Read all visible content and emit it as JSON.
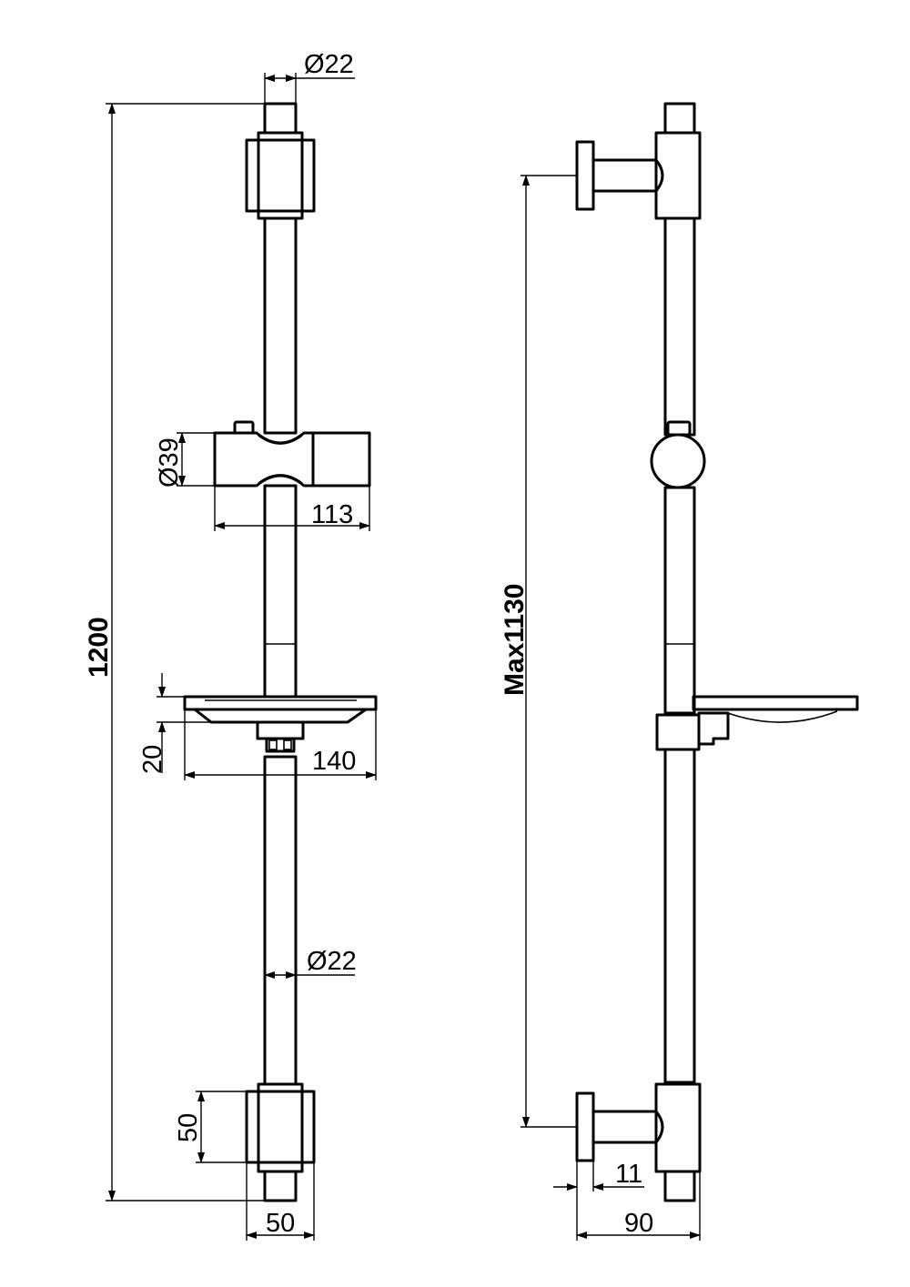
{
  "dimensions": {
    "rail_diameter_top": "Ø22",
    "holder_diameter": "Ø39",
    "holder_length": "113",
    "soap_dish_depth": "20",
    "soap_dish_width": "140",
    "rail_diameter_bottom": "Ø22",
    "bracket_height": "50",
    "bracket_width": "50",
    "total_length": "1200",
    "max_bracket_spacing": "Max1130",
    "wall_plate_thickness": "11",
    "wall_projection": "90"
  },
  "colors": {
    "line": "#000000",
    "background": "#ffffff"
  }
}
